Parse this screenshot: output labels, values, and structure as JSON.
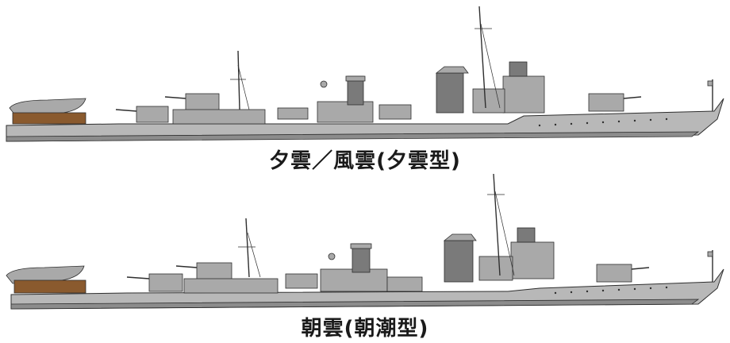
{
  "ships": [
    {
      "id": "top",
      "caption": "夕雲／風雲(夕雲型)"
    },
    {
      "id": "bottom",
      "caption": "朝雲(朝潮型)"
    }
  ],
  "colors": {
    "hull": "#b8b8b8",
    "boot": "#8c8c8c",
    "superstructure": "#a9a9a9",
    "dark": "#7a7a7a",
    "deck_wood": "#8a5a2e",
    "line": "#2e2e2e"
  }
}
